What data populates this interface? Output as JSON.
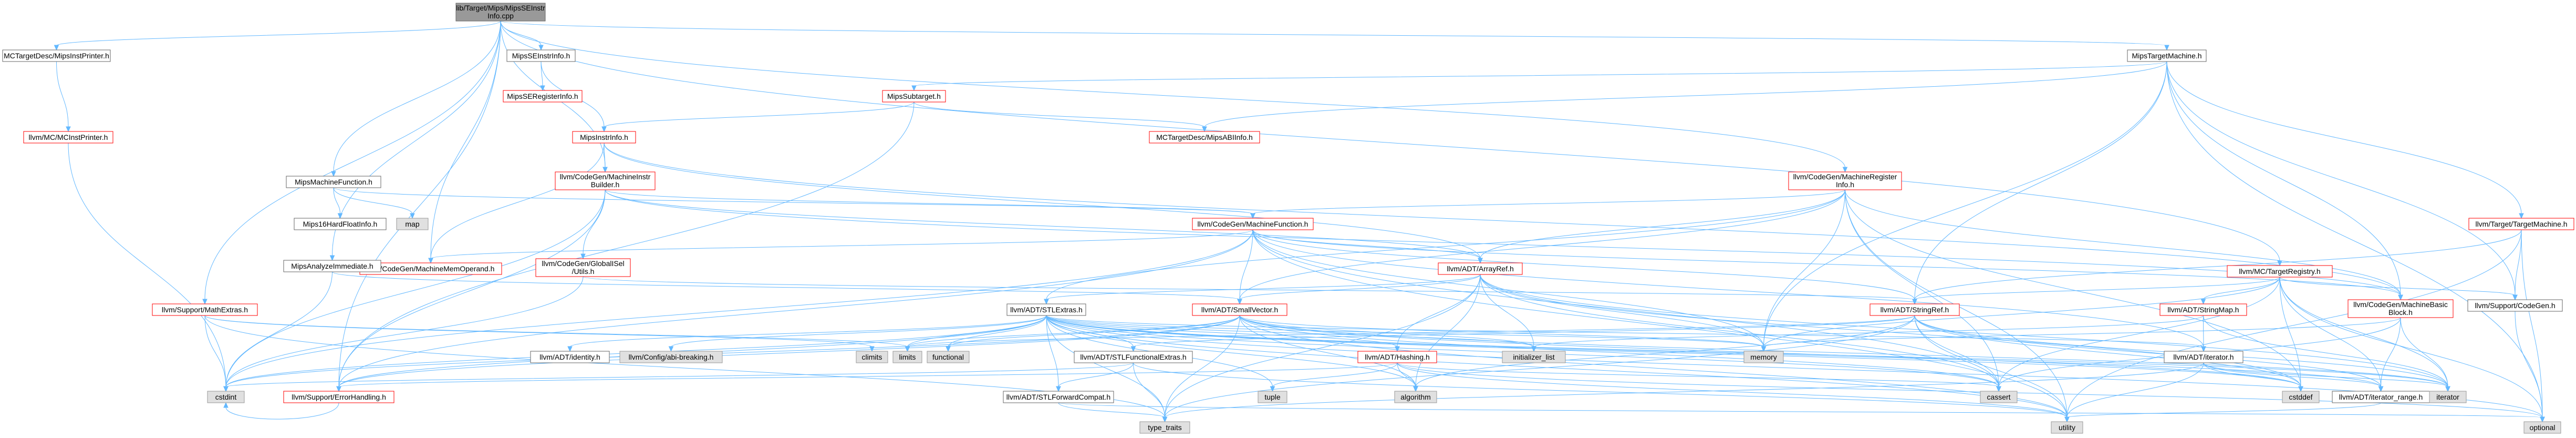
{
  "nodes": {
    "root": [
      "lib/Target/Mips/MipsSEInstr",
      "Info.cpp"
    ],
    "mctargetdesc_mipsinstprinter": [
      "MCTargetDesc/MipsInstPrinter.h"
    ],
    "llvm_mc_mcinstprinter": [
      "llvm/MC/MCInstPrinter.h"
    ],
    "mipsseinstrinfo": [
      "MipsSEInstrInfo.h"
    ],
    "mipsseregisterinfo": [
      "MipsSERegisterInfo.h"
    ],
    "mipssubtarget": [
      "MipsSubtarget.h"
    ],
    "mipsinstrinfo": [
      "MipsInstrInfo.h"
    ],
    "mctargetdesc_mipsabiinfo": [
      "MCTargetDesc/MipsABIInfo.h"
    ],
    "mipstargetmachine": [
      "MipsTargetMachine.h"
    ],
    "mipsmachinefunction": [
      "MipsMachineFunction.h"
    ],
    "mips16hardfloatinfo": [
      "Mips16HardFloatInfo.h"
    ],
    "map": [
      "map"
    ],
    "codegen_machineinstrbuilder": [
      "llvm/CodeGen/MachineInstr",
      "Builder.h"
    ],
    "codegen_machineregisterinfo": [
      "llvm/CodeGen/MachineRegister",
      "Info.h"
    ],
    "codegen_machinefunction": [
      "llvm/CodeGen/MachineFunction.h"
    ],
    "codegen_machinememoperand": [
      "llvm/CodeGen/MachineMemOperand.h"
    ],
    "codegen_globalisel_utils": [
      "llvm/CodeGen/GlobalISel",
      "/Utils.h"
    ],
    "mipsanalyzeimmediate": [
      "MipsAnalyzeImmediate.h"
    ],
    "support_mathextras": [
      "llvm/Support/MathExtras.h"
    ],
    "adt_arrayref": [
      "llvm/ADT/ArrayRef.h"
    ],
    "adt_stlextras": [
      "llvm/ADT/STLExtras.h"
    ],
    "adt_smallvector": [
      "llvm/ADT/SmallVector.h"
    ],
    "mc_targetregistry": [
      "llvm/MC/TargetRegistry.h"
    ],
    "target_targetmachine": [
      "llvm/Target/TargetMachine.h"
    ],
    "adt_stringref": [
      "llvm/ADT/StringRef.h"
    ],
    "adt_stringmap": [
      "llvm/ADT/StringMap.h"
    ],
    "codegen_machinebasicblock": [
      "llvm/CodeGen/MachineBasic",
      "Block.h"
    ],
    "support_codegen": [
      "llvm/Support/CodeGen.h"
    ],
    "adt_hashing": [
      "llvm/ADT/Hashing.h"
    ],
    "adt_identity": [
      "llvm/ADT/identity.h"
    ],
    "config_abi_breaking": [
      "llvm/Config/abi-breaking.h"
    ],
    "adt_stlfunctionalextras": [
      "llvm/ADT/STLFunctionalExtras.h"
    ],
    "adt_stlforwardcompat": [
      "llvm/ADT/STLForwardCompat.h"
    ],
    "adt_iterator": [
      "llvm/ADT/iterator.h"
    ],
    "adt_iterator_range": [
      "llvm/ADT/iterator_range.h"
    ],
    "support_errorhandling": [
      "llvm/Support/ErrorHandling.h"
    ],
    "cstdint": [
      "cstdint"
    ],
    "climits": [
      "climits"
    ],
    "limits": [
      "limits"
    ],
    "functional": [
      "functional"
    ],
    "initializer_list": [
      "initializer_list"
    ],
    "memory": [
      "memory"
    ],
    "cassert": [
      "cassert"
    ],
    "cstddef": [
      "cstddef"
    ],
    "iterator": [
      "iterator"
    ],
    "algorithm": [
      "algorithm"
    ],
    "tuple": [
      "tuple"
    ],
    "type_traits": [
      "type_traits"
    ],
    "utility": [
      "utility"
    ],
    "optional": [
      "optional"
    ]
  }
}
